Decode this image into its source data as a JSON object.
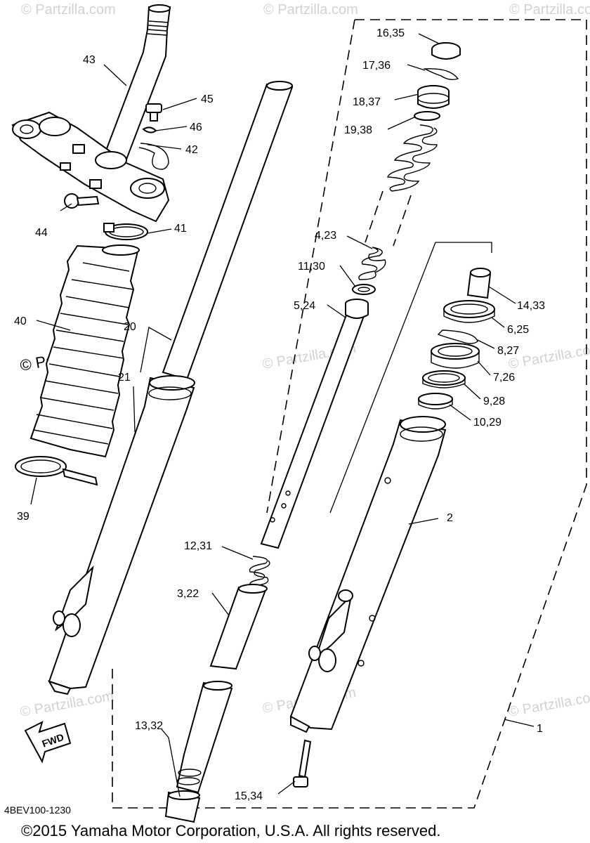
{
  "diagram_code": "4BEV100-1230",
  "copyright": "©2015 Yamaha Motor Corporation, U.S.A. All rights reserved.",
  "watermark": "© Partzilla.com",
  "fwd_label": "FWD",
  "callouts": [
    {
      "id": "c43",
      "label": "43"
    },
    {
      "id": "c45",
      "label": "45"
    },
    {
      "id": "c46",
      "label": "46"
    },
    {
      "id": "c42",
      "label": "42"
    },
    {
      "id": "c44",
      "label": "44"
    },
    {
      "id": "c41",
      "label": "41"
    },
    {
      "id": "c40",
      "label": "40"
    },
    {
      "id": "c20",
      "label": "20"
    },
    {
      "id": "c21",
      "label": "21"
    },
    {
      "id": "c39",
      "label": "39"
    },
    {
      "id": "c16",
      "label": "16,35"
    },
    {
      "id": "c17",
      "label": "17,36"
    },
    {
      "id": "c18",
      "label": "18,37"
    },
    {
      "id": "c19",
      "label": "19,38"
    },
    {
      "id": "c4",
      "label": "4,23"
    },
    {
      "id": "c11",
      "label": "11,30"
    },
    {
      "id": "c5",
      "label": "5,24"
    },
    {
      "id": "c14",
      "label": "14,33"
    },
    {
      "id": "c6",
      "label": "6,25"
    },
    {
      "id": "c8",
      "label": "8,27"
    },
    {
      "id": "c7",
      "label": "7,26"
    },
    {
      "id": "c9",
      "label": "9,28"
    },
    {
      "id": "c10",
      "label": "10,29"
    },
    {
      "id": "c2",
      "label": "2"
    },
    {
      "id": "c12",
      "label": "12,31"
    },
    {
      "id": "c3",
      "label": "3,22"
    },
    {
      "id": "c1",
      "label": "1"
    },
    {
      "id": "c13",
      "label": "13,32"
    },
    {
      "id": "c15",
      "label": "15,34"
    }
  ]
}
